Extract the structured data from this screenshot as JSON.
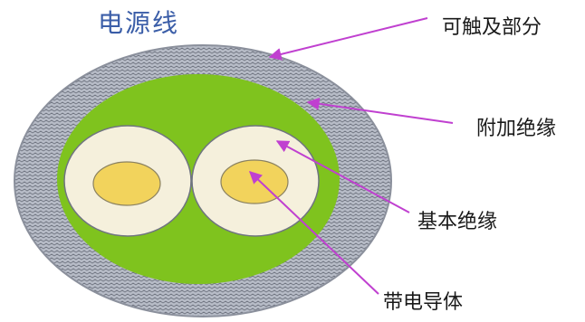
{
  "diagram": {
    "title": "电源线",
    "labels": {
      "accessible_part": "可触及部分",
      "supplementary_insulation": "附加绝缘",
      "basic_insulation": "基本绝缘",
      "live_conductor": "带电导体"
    },
    "colors": {
      "title": "#3b5ea8",
      "label_text": "#1a1a1a",
      "arrow": "#c040d0",
      "sheath_fill": "#b7bcc7",
      "sheath_zigzag": "#6f7480",
      "sheath_outline": "#8b909c",
      "green_layer": "#7fc31e",
      "core_insulation": "#f5f0dc",
      "conductor": "#f2d35c"
    }
  }
}
